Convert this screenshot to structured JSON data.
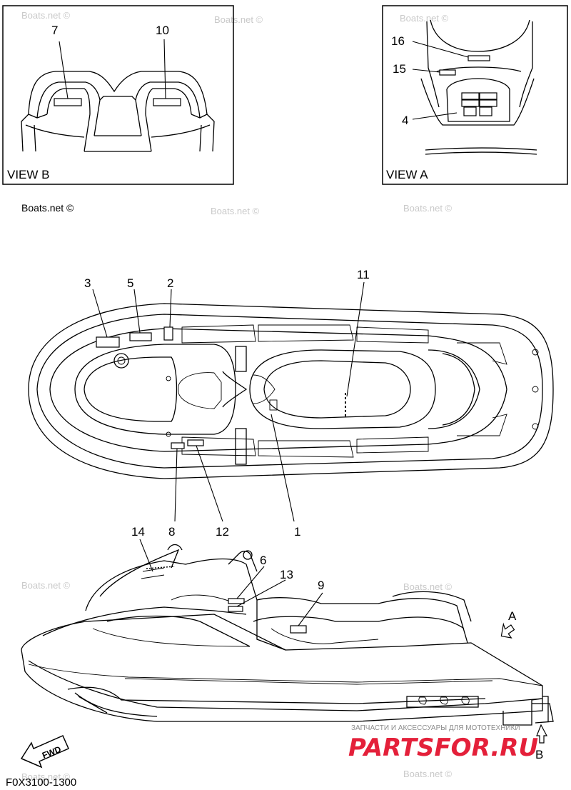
{
  "diagram_code": "F0X3100-1300",
  "views": {
    "view_b": "VIEW B",
    "view_a": "VIEW A"
  },
  "callouts": {
    "c1": "1",
    "c2": "2",
    "c3": "3",
    "c4": "4",
    "c5": "5",
    "c6": "6",
    "c7": "7",
    "c8": "8",
    "c9": "9",
    "c10": "10",
    "c11": "11",
    "c12": "12",
    "c13": "13",
    "c14": "14",
    "c15": "15",
    "c16": "16"
  },
  "arrows": {
    "a": "A",
    "b": "B",
    "fwd": "FWD"
  },
  "watermarks": {
    "site": "Boats.net ©",
    "logo": "PARTSFOR.RU",
    "logo_sub": "ЗАПЧАСТИ И АКСЕССУАРЫ ДЛЯ МОТОТЕХНИКИ"
  }
}
